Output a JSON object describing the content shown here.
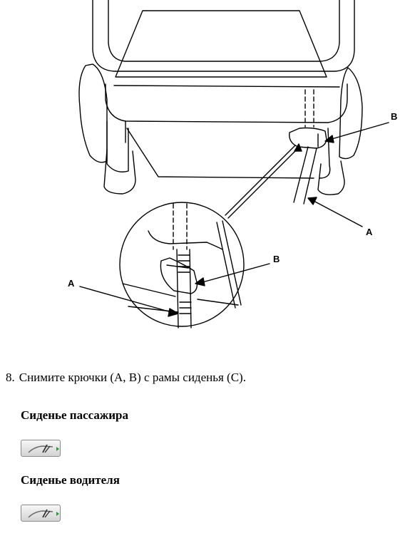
{
  "diagram": {
    "callouts": {
      "b_main": "B",
      "a_main": "A",
      "b_zoom": "B",
      "a_zoom": "A"
    }
  },
  "step": {
    "number": "8.",
    "text": "Снимите крючки (A, B) с рамы сиденья (C)."
  },
  "sections": [
    {
      "heading": "Сиденье пассажира",
      "button_icon": "video-play-icon"
    },
    {
      "heading": "Сиденье водителя",
      "button_icon": "video-play-icon"
    }
  ]
}
